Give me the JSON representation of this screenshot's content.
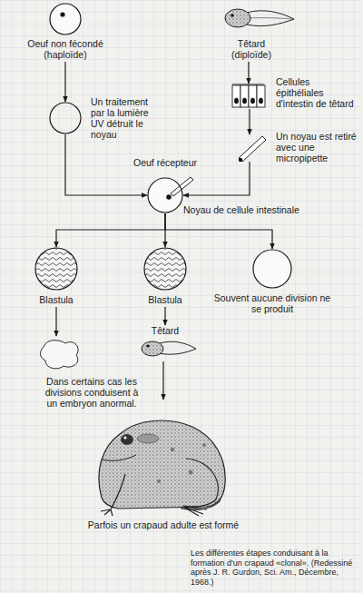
{
  "diagram": {
    "caption": "Les différentes étapes conduisant à la formation d'un crapaud «clonal». (Redessiné après J. R. Gurdon, Sci. Am., Décembre, 1968.)",
    "nodes": [
      {
        "text": [
          "Oeuf non fécondé (haploïde)"
        ]
      },
      {
        "text": [
          "Têtard (diploïde)"
        ]
      },
      {
        "text": [
          "Un traitement par la lumière UV détruit le noyau"
        ]
      },
      {
        "text": [
          "Cellules épithéliales d'intestin de têtard"
        ]
      },
      {
        "text": [
          "Un noyau est retiré avec une micropipette"
        ]
      },
      {
        "text": [
          "Oeuf récepteur",
          "Noyau de cellule intestinale"
        ]
      },
      {
        "text": [
          "Blastula"
        ]
      },
      {
        "text": [
          "Blastula"
        ]
      },
      {
        "text": [
          "Souvent aucune division ne se produit"
        ]
      },
      {
        "text": [
          "Dans certains cas les divisions conduisent à un embryon anormal."
        ]
      },
      {
        "text": [
          "Têtard"
        ]
      },
      {
        "text": [
          "Parfois un crapaud adulte est formé"
        ]
      }
    ],
    "edges": [
      {
        "from": 0,
        "to": 2,
        "arrow": "to"
      },
      {
        "from": 1,
        "to": 3,
        "arrow": "to"
      },
      {
        "from": 3,
        "to": 4,
        "arrow": "to"
      },
      {
        "from": 2,
        "to": 5,
        "arrow": "to"
      },
      {
        "from": 4,
        "to": 5,
        "arrow": "to"
      },
      {
        "from": 5,
        "to": 6,
        "arrow": "to"
      },
      {
        "from": 5,
        "to": 7,
        "arrow": "to"
      },
      {
        "from": 5,
        "to": 8,
        "arrow": "to"
      },
      {
        "from": 6,
        "to": 9,
        "arrow": "to"
      },
      {
        "from": 7,
        "to": 10,
        "arrow": "to"
      },
      {
        "from": 10,
        "to": 11,
        "arrow": "to"
      }
    ]
  }
}
